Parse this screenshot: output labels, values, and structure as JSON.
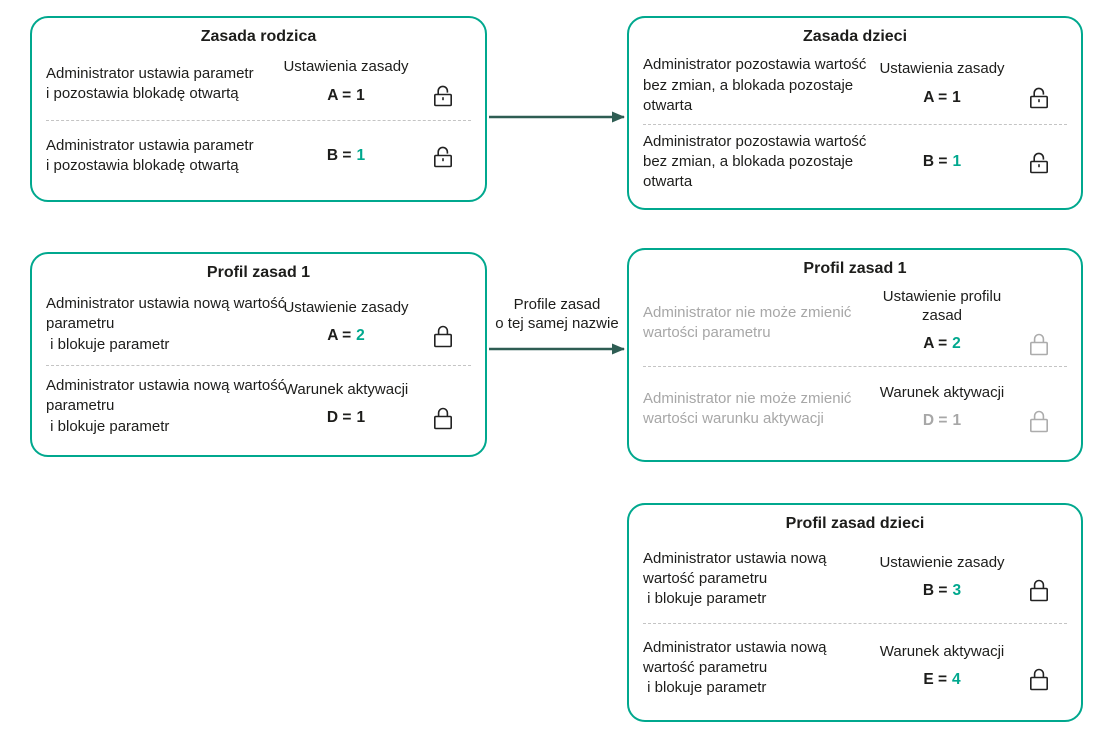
{
  "colors": {
    "box_border_teal": "#00A88E",
    "value_teal": "#00A88E",
    "arrow_dark_green": "#2E5D53",
    "text_dark": "#1D1D1B",
    "text_muted_gray": "#A7A7A7",
    "divider_gray": "#C4C4C4",
    "background": "#FFFFFF"
  },
  "boxes": {
    "parent": {
      "title": "Zasada rodzica",
      "rows": [
        {
          "description": "Administrator ustawia parametr\ni pozostawia blokadę otwartą",
          "section_label": "Ustawienia zasady",
          "param": "A =",
          "value": "1",
          "lock": "open-lock-icon"
        },
        {
          "description": "Administrator ustawia parametr\ni pozostawia blokadę otwartą",
          "section_label": "",
          "param": "B =",
          "value": "1",
          "lock": "open-lock-icon"
        }
      ]
    },
    "child": {
      "title": "Zasada dzieci",
      "rows": [
        {
          "description": "Administrator pozostawia wartość\nbez zmian, a blokada pozostaje\notwarta",
          "section_label": "Ustawienia zasady",
          "param": "A =",
          "value": "1",
          "lock": "open-lock-icon"
        },
        {
          "description": "Administrator pozostawia wartość\nbez zmian, a blokada pozostaje\notwarta",
          "section_label": "",
          "param": "B =",
          "value": "1",
          "lock": "open-lock-icon"
        }
      ]
    },
    "profile1": {
      "title": "Profil zasad 1",
      "rows": [
        {
          "description": "Administrator ustawia nową wartość\nparametru\n i blokuje parametr",
          "section_label": "Ustawienie zasady",
          "param": "A =",
          "value": "2",
          "lock": "closed-lock-icon"
        },
        {
          "description": "Administrator ustawia nową wartość\nparametru\n i blokuje parametr",
          "section_label": "Warunek aktywacji",
          "param": "D =",
          "value": "1",
          "lock": "closed-lock-icon"
        }
      ]
    },
    "profile1_child": {
      "title": "Profil zasad 1",
      "rows": [
        {
          "description": "Administrator nie może zmienić\nwartości parametru",
          "section_label": "Ustawienie profilu\nzasad",
          "param": "A =",
          "value": "2",
          "lock": "closed-lock-icon"
        },
        {
          "description": "Administrator nie może zmienić\nwartości warunku aktywacji",
          "section_label": "Warunek aktywacji",
          "param": "D =",
          "value": "1",
          "lock": "closed-lock-icon"
        }
      ]
    },
    "child_profile": {
      "title": "Profil zasad dzieci",
      "rows": [
        {
          "description": "Administrator ustawia nową\nwartość parametru\n i blokuje parametr",
          "section_label": "Ustawienie zasady",
          "param": "B =",
          "value": "3",
          "lock": "closed-lock-icon"
        },
        {
          "description": "Administrator ustawia nową\nwartość parametru\n i blokuje parametr",
          "section_label": "Warunek aktywacji",
          "param": "E =",
          "value": "4",
          "lock": "closed-lock-icon"
        }
      ]
    }
  },
  "arrows": {
    "parent_to_child": {
      "label": ""
    },
    "profile_to_profile": {
      "label": "Profile zasad\no tej samej nazwie"
    }
  }
}
